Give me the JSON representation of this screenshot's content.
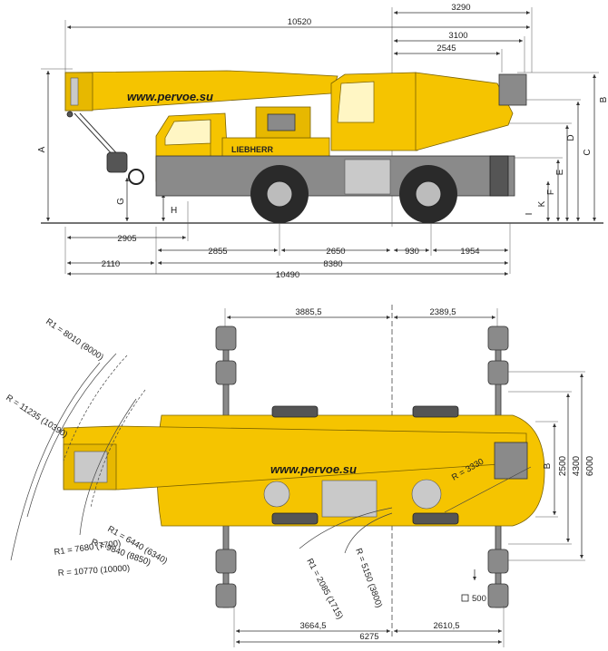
{
  "side_view": {
    "watermark": "www.pervoe.su",
    "brand": "LIEBHERR",
    "top_dims": [
      "10520",
      "3290",
      "3100",
      "2545"
    ],
    "bottom_dims": [
      "2905",
      "2855",
      "2650",
      "930",
      "1954",
      "2110",
      "8380",
      "10490"
    ],
    "height_letters": [
      "A",
      "B",
      "C",
      "D",
      "E",
      "F",
      "G",
      "H",
      "I",
      "K"
    ]
  },
  "top_view": {
    "watermark": "www.pervoe.su",
    "top_dims": [
      "3885,5",
      "2389,5"
    ],
    "bottom_dims": [
      "3664,5",
      "2610,5",
      "6275"
    ],
    "right_dims": [
      "B",
      "2500",
      "4300",
      "6000"
    ],
    "radii": [
      "R1 = 8010 (8000)",
      "R = 11235 (10390)",
      "R1 = 6440 (6340)",
      "R = 9840 (8850)",
      "R1 = 7680 (7700)",
      "R = 10770 (10000)",
      "R = 3330",
      "R1 = 2085 (1715)",
      "R = 5150 (3800)"
    ],
    "scale_label": "500"
  }
}
